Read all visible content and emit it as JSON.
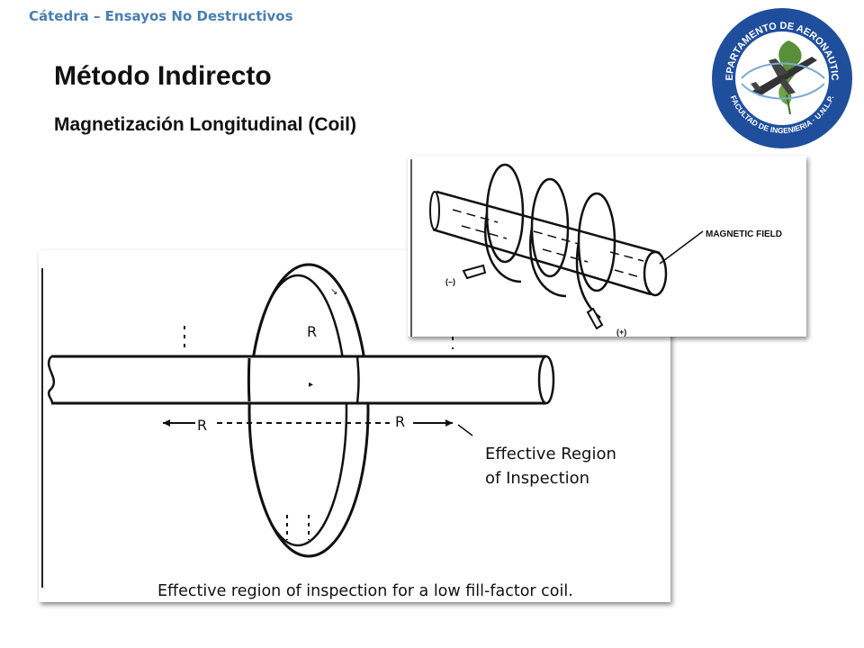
{
  "header": {
    "course": "Cátedra – Ensayos No Destructivos"
  },
  "slide": {
    "title": "Método Indirecto",
    "subtitle": "Magnetización Longitudinal (Coil)"
  },
  "logo": {
    "top_text": "DEPARTAMENTO DE AERONAUTICA",
    "bottom_text": "FACULTAD DE INGENIERIA · U.N.L.P.",
    "colors": {
      "ring": "#1f4e9c",
      "leaf": "#5a8f3a",
      "plane": "#333333"
    }
  },
  "figure_coil": {
    "label_r": "R",
    "annotation_line1": "Effective Region",
    "annotation_line2": "of Inspection",
    "caption": "Effective region of inspection for a low fill-factor coil."
  },
  "figure_field": {
    "field_label": "MAGNETIC FIELD",
    "neg_label": "(–)",
    "pos_label": "(+)"
  }
}
